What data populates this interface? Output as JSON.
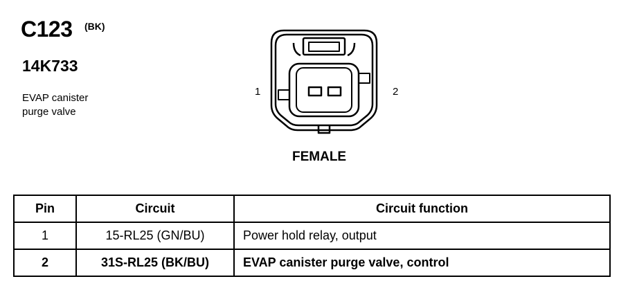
{
  "connector": {
    "id": "C123",
    "color": "(BK)",
    "part_number": "14K733",
    "description_line1": "EVAP canister",
    "description_line2": "purge valve",
    "pin_left": "1",
    "pin_right": "2",
    "gender": "FEMALE"
  },
  "table": {
    "headers": [
      "Pin",
      "Circuit",
      "Circuit function"
    ],
    "rows": [
      {
        "pin": "1",
        "circuit": "15-RL25 (GN/BU)",
        "function": "Power hold relay, output"
      },
      {
        "pin": "2",
        "circuit": "31S-RL25 (BK/BU)",
        "function": "EVAP canister purge valve, control"
      }
    ]
  }
}
